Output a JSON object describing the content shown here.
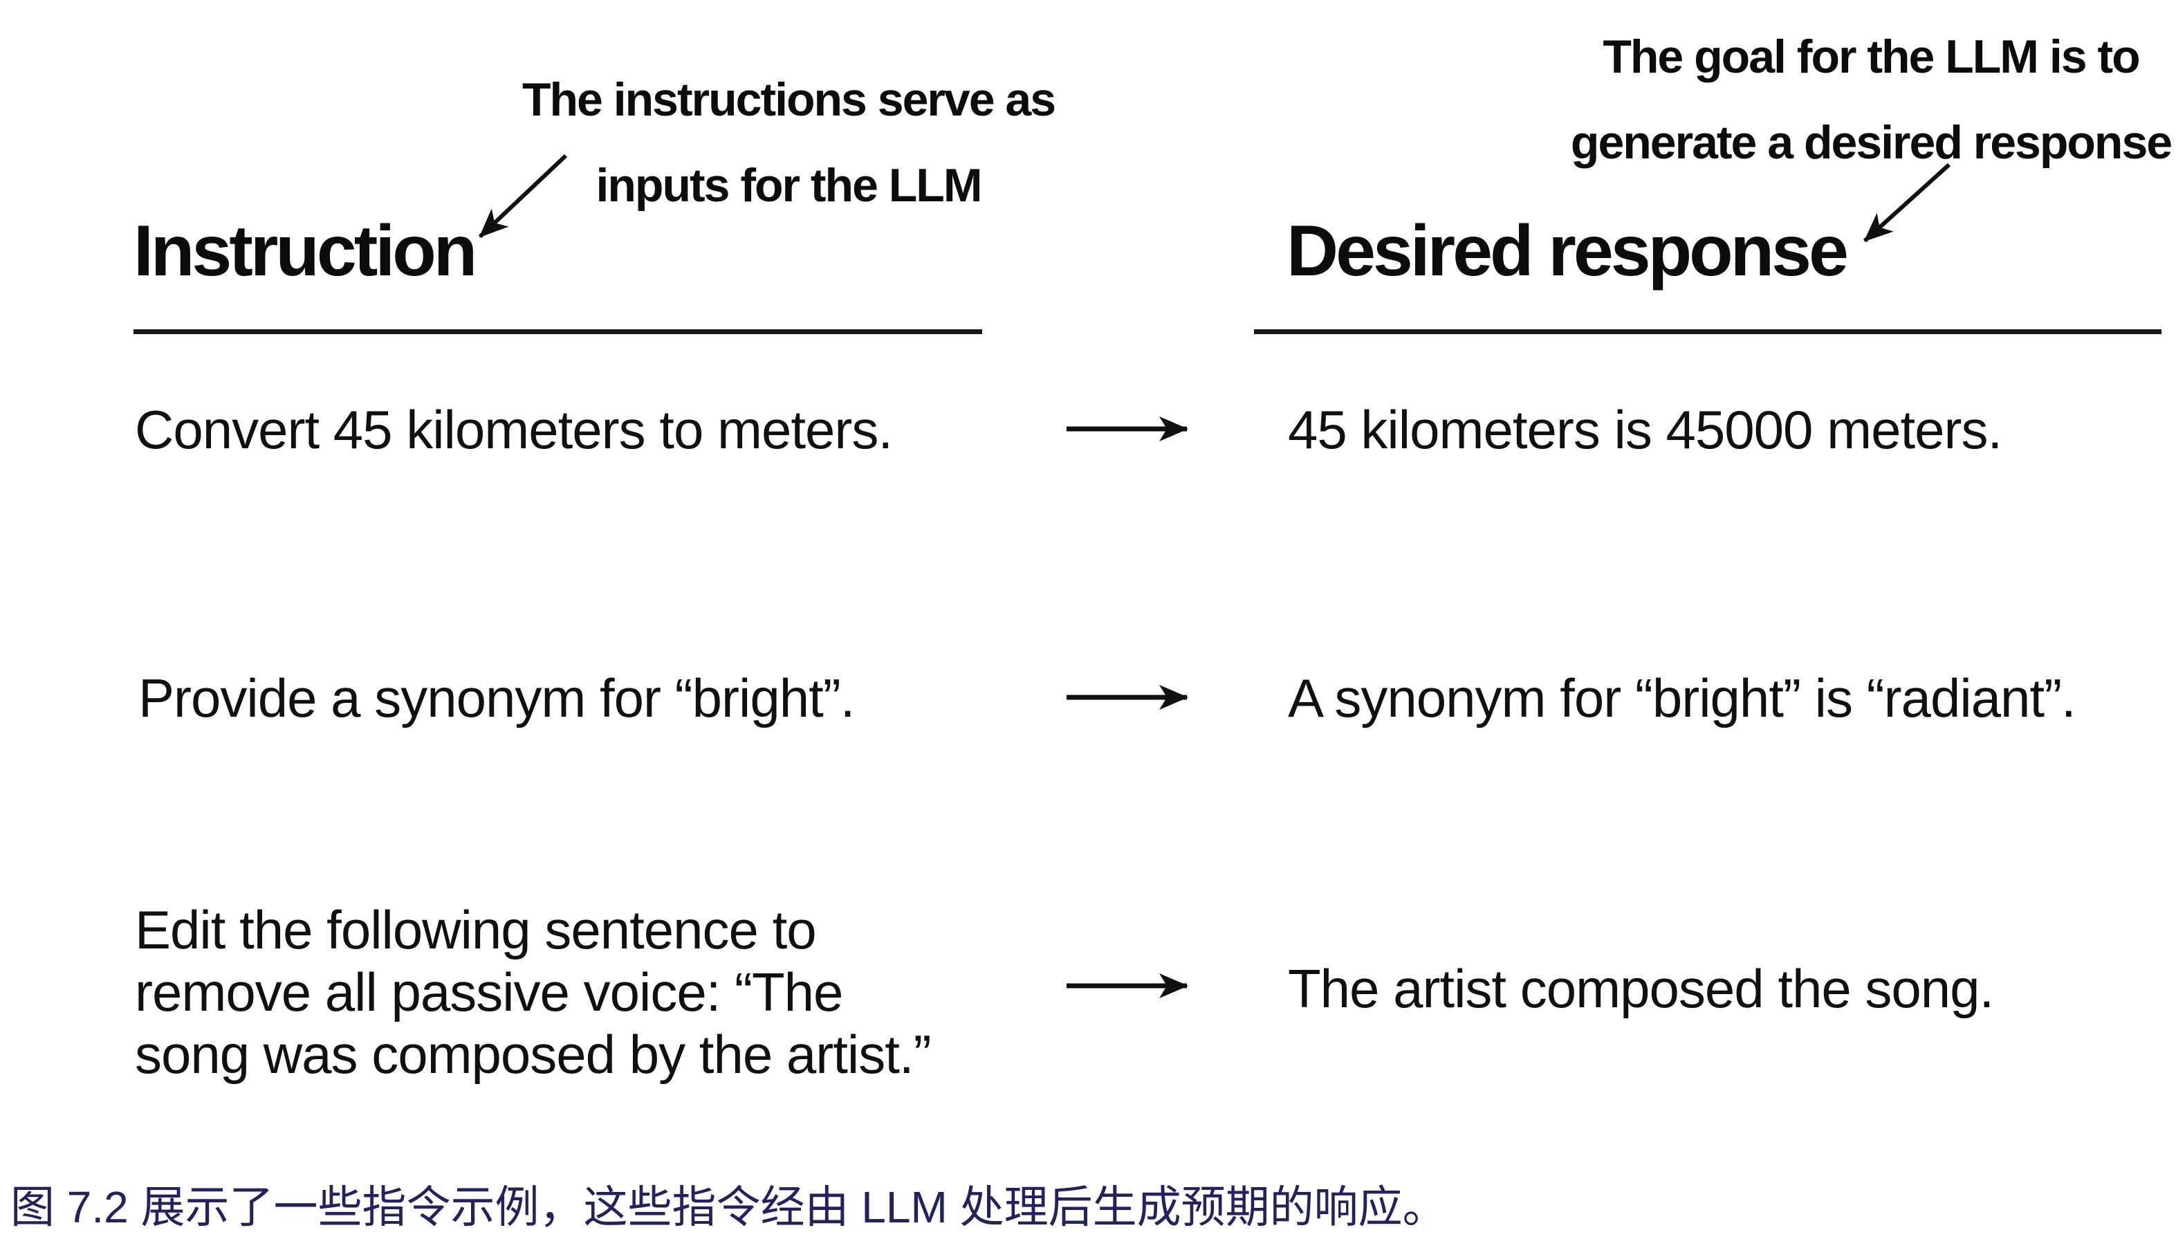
{
  "annotations": {
    "left": {
      "line1": "The instructions serve as",
      "line2": "inputs for the LLM"
    },
    "right": {
      "line1": "The goal for the LLM is to",
      "line2": "generate a desired response"
    }
  },
  "columns": {
    "left_header": "Instruction",
    "right_header": "Desired response"
  },
  "rows": [
    {
      "instruction_lines": [
        "Convert 45 kilometers to meters."
      ],
      "response": "45 kilometers is 45000 meters."
    },
    {
      "instruction_lines": [
        "Provide a synonym for “bright”."
      ],
      "response": "A synonym for “bright” is “radiant”."
    },
    {
      "instruction_lines": [
        "Edit the following sentence to",
        "remove all passive voice: “The",
        "song was composed by the artist.”"
      ],
      "response": "The artist composed the song."
    }
  ],
  "caption": "图 7.2 展示了一些指令示例，这些指令经由 LLM 处理后生成预期的响应。",
  "icons": {
    "row_arrow": "arrow-right-icon",
    "annotation_arrow_left": "arrow-down-left-icon",
    "annotation_arrow_right": "arrow-down-left-icon"
  },
  "colors": {
    "background": "#ffffff",
    "text": "#101010",
    "rule": "#161616",
    "caption": "#232260"
  }
}
